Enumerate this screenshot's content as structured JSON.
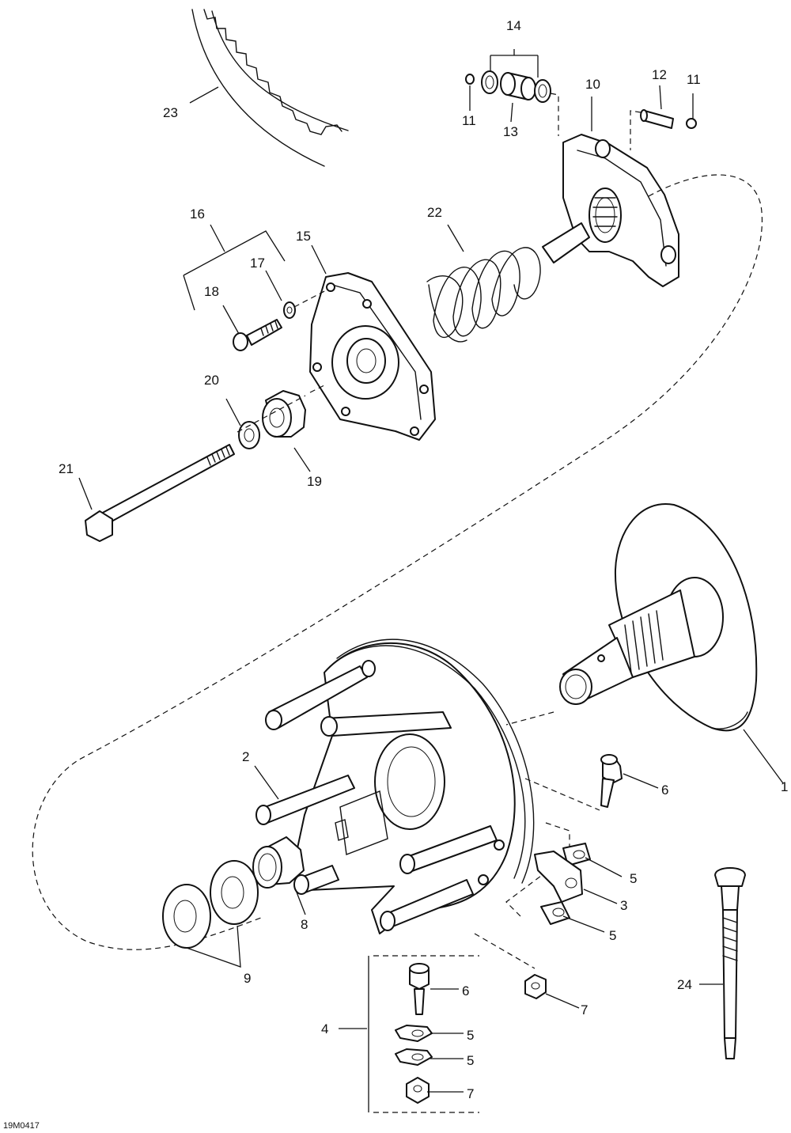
{
  "figure": {
    "id": "19M0417"
  },
  "callouts": [
    {
      "label": "1"
    },
    {
      "label": "2"
    },
    {
      "label": "3"
    },
    {
      "label": "4"
    },
    {
      "label": "5"
    },
    {
      "label": "5"
    },
    {
      "label": "5"
    },
    {
      "label": "5"
    },
    {
      "label": "6"
    },
    {
      "label": "6"
    },
    {
      "label": "7"
    },
    {
      "label": "7"
    },
    {
      "label": "8"
    },
    {
      "label": "9"
    },
    {
      "label": "10"
    },
    {
      "label": "11"
    },
    {
      "label": "11"
    },
    {
      "label": "12"
    },
    {
      "label": "13"
    },
    {
      "label": "14"
    },
    {
      "label": "15"
    },
    {
      "label": "16"
    },
    {
      "label": "17"
    },
    {
      "label": "18"
    },
    {
      "label": "19"
    },
    {
      "label": "20"
    },
    {
      "label": "21"
    },
    {
      "label": "22"
    },
    {
      "label": "23"
    },
    {
      "label": "24"
    }
  ]
}
